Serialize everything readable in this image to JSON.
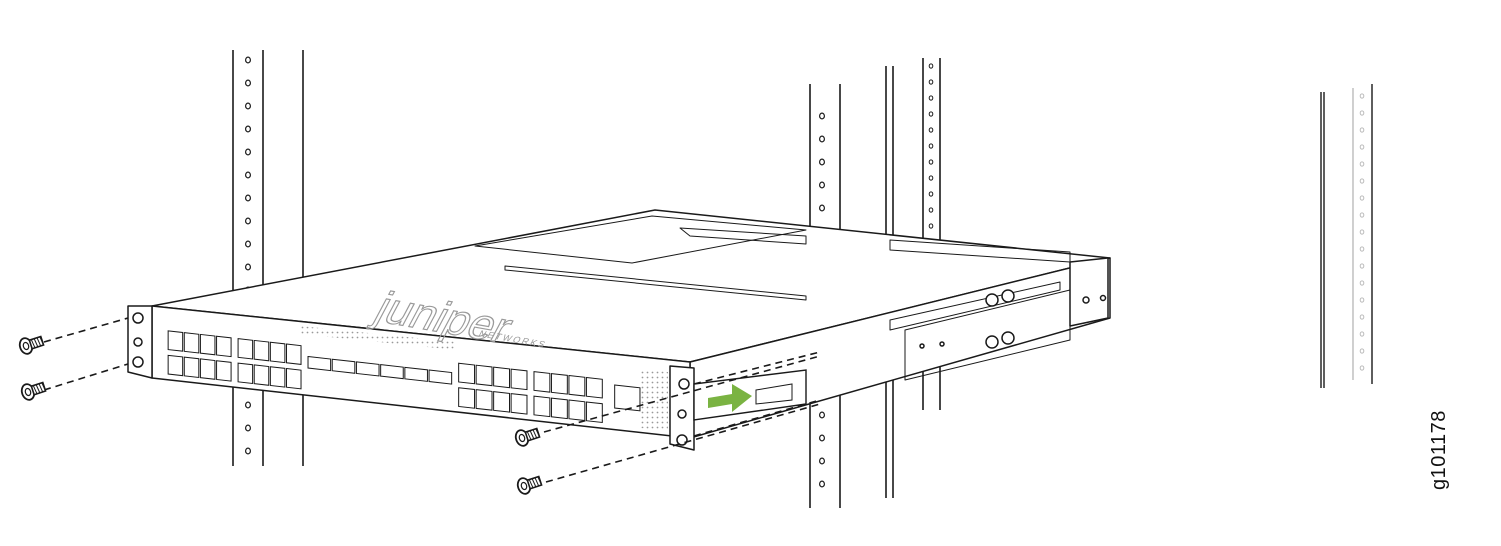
{
  "figure": {
    "id_label": "g101178",
    "brand_logo": "juniper",
    "brand_sub": "NETWORKS",
    "arrow_color": "#7ab342",
    "line_color": "#1a1a1a"
  }
}
